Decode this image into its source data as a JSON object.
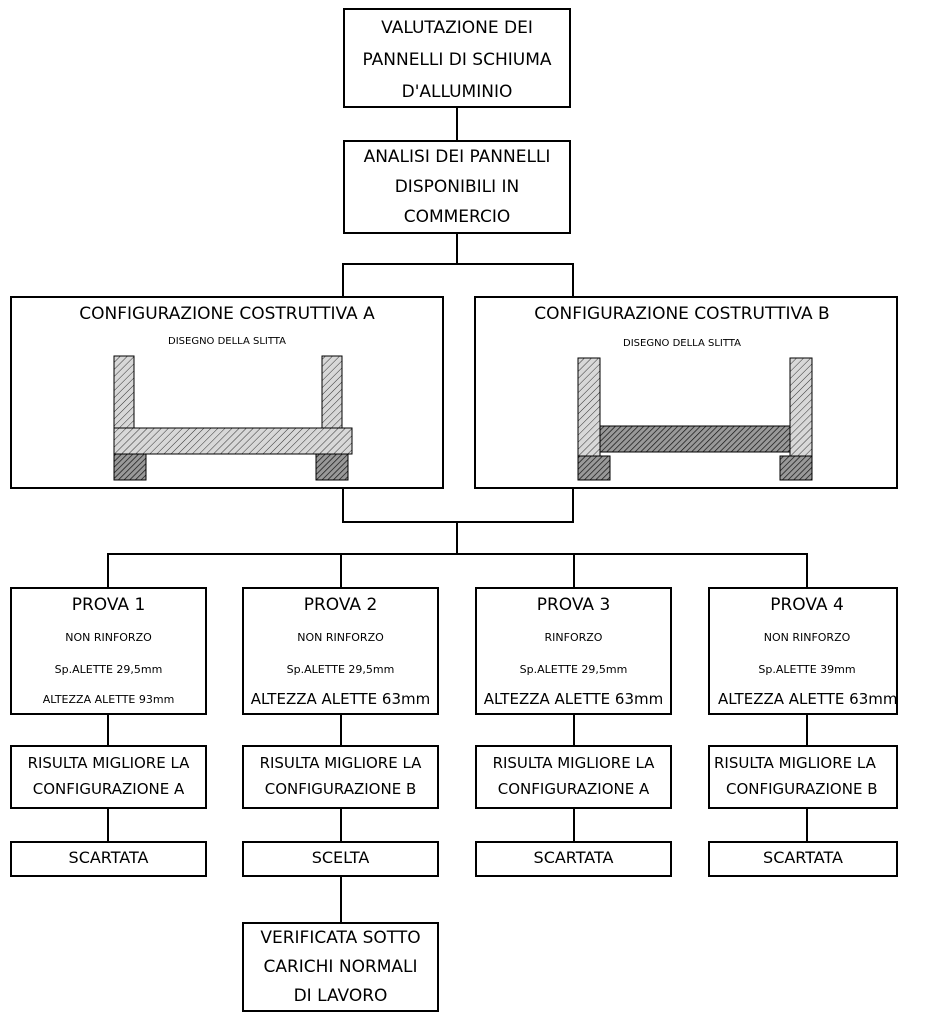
{
  "top": {
    "line1": "VALUTAZIONE DEI",
    "line2": "PANNELLI DI SCHIUMA",
    "line3": "D'ALLUMINIO"
  },
  "analysis": {
    "line1": "ANALISI DEI PANNELLI",
    "line2": "DISPONIBILI IN",
    "line3": "COMMERCIO"
  },
  "config_a": {
    "title": "CONFIGURAZIONE COSTRUTTIVA A",
    "subtitle": "DISEGNO DELLA SLITTA"
  },
  "config_b": {
    "title": "CONFIGURAZIONE COSTRUTTIVA B",
    "subtitle": "DISEGNO DELLA SLITTA"
  },
  "tests": [
    {
      "title": "PROVA 1",
      "reinforcement": "NON RINFORZO",
      "thickness": "Sp.ALETTE 29,5mm",
      "height": "ALTEZZA ALETTE 93mm",
      "result_line1": "RISULTA MIGLIORE LA",
      "result_line2": "CONFIGURAZIONE A",
      "outcome": "SCARTATA"
    },
    {
      "title": "PROVA 2",
      "reinforcement": "NON RINFORZO",
      "thickness": "Sp.ALETTE 29,5mm",
      "height": "ALTEZZA ALETTE 63mm",
      "result_line1": "RISULTA MIGLIORE LA",
      "result_line2": "CONFIGURAZIONE B",
      "outcome": "SCELTA"
    },
    {
      "title": "PROVA 3",
      "reinforcement": "RINFORZO",
      "thickness": "Sp.ALETTE 29,5mm",
      "height": "ALTEZZA ALETTE 63mm",
      "result_line1": "RISULTA MIGLIORE LA",
      "result_line2": "CONFIGURAZIONE A",
      "outcome": "SCARTATA"
    },
    {
      "title": "PROVA 4",
      "reinforcement": "NON RINFORZO",
      "thickness": "Sp.ALETTE 39mm",
      "height": "ALTEZZA ALETTE 63mm",
      "result_line1": "RISULTA MIGLIORE LA",
      "result_line2": "CONFIGURAZIONE B",
      "outcome": "SCARTATA"
    }
  ],
  "verification": {
    "line1": "VERIFICATA SOTTO",
    "line2": "CARICHI NORMALI",
    "line3": "DI LAVORO"
  }
}
